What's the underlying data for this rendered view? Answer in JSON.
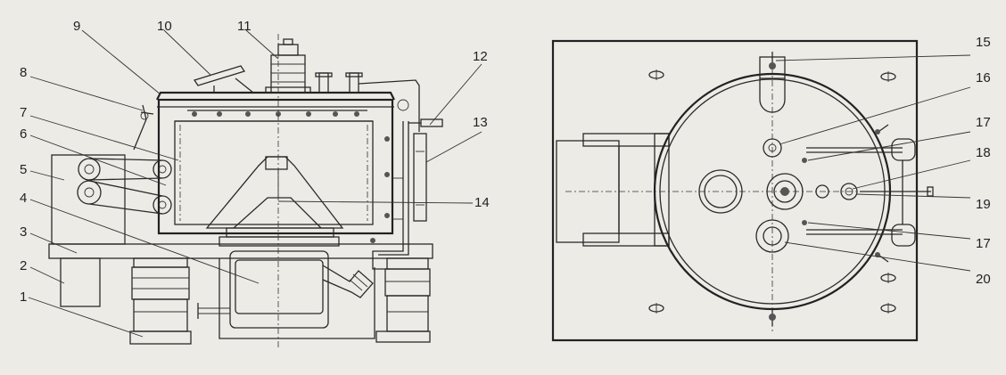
{
  "left_view": {
    "callouts": [
      {
        "label": "1"
      },
      {
        "label": "2"
      },
      {
        "label": "3"
      },
      {
        "label": "4"
      },
      {
        "label": "5"
      },
      {
        "label": "6"
      },
      {
        "label": "7"
      },
      {
        "label": "8"
      },
      {
        "label": "9"
      },
      {
        "label": "10"
      },
      {
        "label": "11"
      },
      {
        "label": "12"
      },
      {
        "label": "13"
      },
      {
        "label": "14"
      }
    ]
  },
  "right_view": {
    "callouts": [
      {
        "label": "15"
      },
      {
        "label": "16"
      },
      {
        "label": "17"
      },
      {
        "label": "18"
      },
      {
        "label": "19"
      },
      {
        "label": "17"
      },
      {
        "label": "20"
      }
    ]
  }
}
